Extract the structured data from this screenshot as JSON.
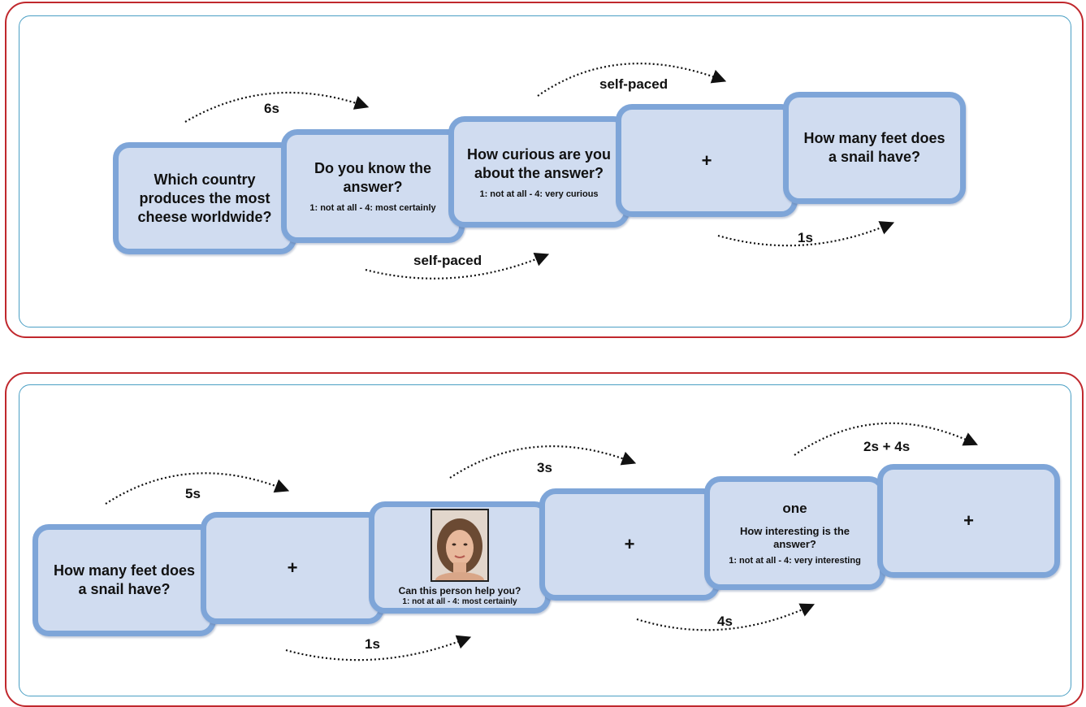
{
  "top_row": {
    "q1": "Which country produces the most cheese worldwide?",
    "q2": "Do you know the answer?",
    "q2_scale": "1: not at all - 4: most certainly",
    "q3": "How curious are you about the answer?",
    "q3_scale": "1: not at all - 4: very curious",
    "fixation": "+",
    "q5": "How many feet does a snail have?",
    "t1": "6s",
    "t2": "self-paced",
    "t3": "self-paced",
    "t4": "1s"
  },
  "bottom_row": {
    "q1": "How many feet does a snail have?",
    "fixation1": "+",
    "face_q": "Can this person help you?",
    "face_scale": "1: not at all - 4: most certainly",
    "fixation2": "+",
    "word": "one",
    "interest_q": "How interesting is the answer?",
    "interest_scale": "1: not at all - 4: very interesting",
    "fixation3": "+",
    "t1": "5s",
    "t2": "1s",
    "t3": "3s",
    "t4": "4s",
    "t5": "2s + 4s"
  },
  "colors": {
    "frame": "#c0282d",
    "inner": "#4a9fc4",
    "card_fill": "#d0dcf0",
    "card_border": "#7ea5d8"
  }
}
